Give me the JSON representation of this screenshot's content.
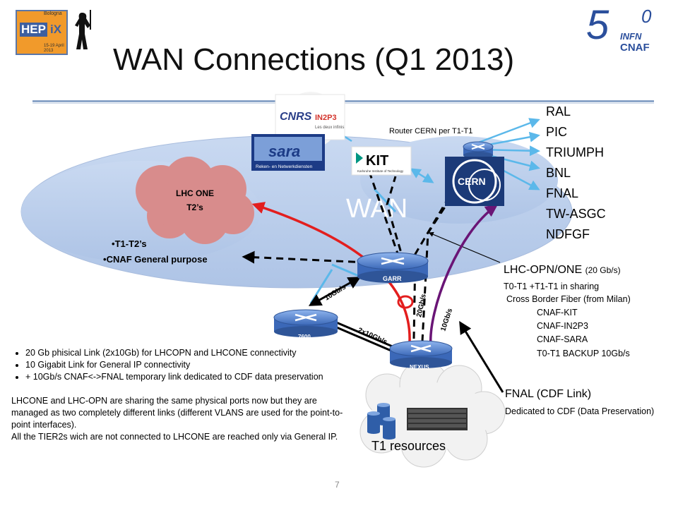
{
  "slide": {
    "title": "WAN Connections (Q1 2013)",
    "page_number": "7"
  },
  "logos": {
    "hepix": {
      "word_a": "HEP",
      "word_b": "iX",
      "city": "Bologna",
      "dates": [
        "15-19 April",
        "2013"
      ]
    },
    "infn": {
      "fifty": "5",
      "zero": "0",
      "infn": "INFN",
      "cnaf": "CNAF"
    },
    "sara": {
      "name": "sara",
      "sub": "Reken- en Netwerkdiensten"
    },
    "kit": {
      "name": "KIT",
      "sub": "Karlsruhe Institute of Technology"
    },
    "cnrs": {
      "name": "CNRS",
      "in2p3": "IN2P3",
      "sub": "Les deux infinis"
    },
    "cern": {
      "name": "CERN"
    }
  },
  "diagram": {
    "wan_label": "WAN",
    "lhc_one_cloud": {
      "line1": "LHC ONE",
      "line2": "T2’s"
    },
    "t1t2_items": [
      "T1-T2’s",
      "CNAF General purpose"
    ],
    "router_cern_label": "Router CERN per T1-T1",
    "router_labels": {
      "garr": "GARR",
      "r7600": "7600",
      "nexus": "NEXUS"
    },
    "link_labels": {
      "l1": "10Gb/s",
      "l2": "20Gb/s",
      "l3": "10Gb/s",
      "l4": "2x10Gb/s"
    },
    "t1_resources": "T1 resources",
    "sites": [
      "RAL",
      "PIC",
      "TRIUMPH",
      "BNL",
      "FNAL",
      "TW-ASGC",
      "NDFGF"
    ],
    "lhc_opn": {
      "title": "LHC-OPN/ONE",
      "title_suffix": "(20 Gb/s)",
      "lines": [
        "T0-T1 +T1-T1 in sharing",
        "Cross Border Fiber (from Milan)",
        "CNAF-KIT",
        "CNAF-IN2P3",
        "CNAF-SARA",
        "T0-T1 BACKUP 10Gb/s"
      ]
    },
    "fnal_cdf": {
      "title": "FNAL (CDF Link)",
      "subtitle": "Dedicated to CDF (Data Preservation)"
    }
  },
  "notes": {
    "bullets": [
      "20 Gb phisical Link (2x10Gb) for LHCOPN and LHCONE connectivity",
      "10 Gigabit Link for General IP connectivity",
      "+ 10Gb/s CNAF<->FNAL temporary link dedicated to CDF data preservation"
    ],
    "paragraphs": [
      "LHCONE and LHC-OPN are sharing the same physical ports now but they are managed as two completely different links  (different VLANS are used for the point-to-point  interfaces).",
      "All the TIER2s wich are not connected to LHCONE are reached only via General IP."
    ]
  },
  "colors": {
    "wan_cloud": "#bcd0ec",
    "lhc_one_cloud": "#d88c8c",
    "router": "#5b8bd4",
    "red_link": "#e31e1e",
    "purple_link": "#6a1576",
    "light_blue_link": "#5bb8ea",
    "title_rule": "#8aa4c8"
  }
}
